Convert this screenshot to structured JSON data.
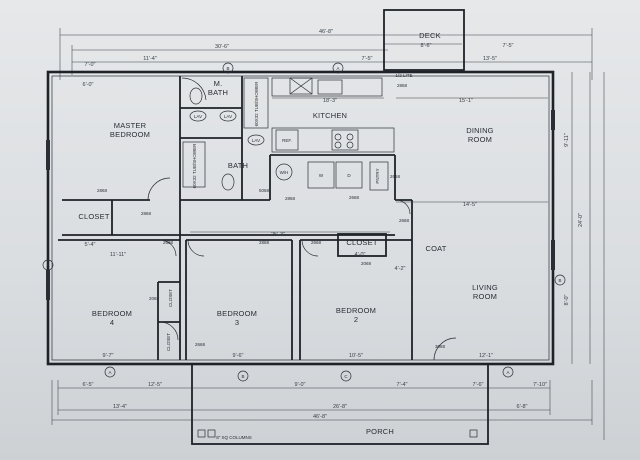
{
  "rooms": {
    "deck": "DECK",
    "master_bedroom": [
      "MASTER",
      "BEDROOM"
    ],
    "master_bath": [
      "M.",
      "BATH"
    ],
    "kitchen": "KITCHEN",
    "dining_room": [
      "DINING",
      "ROOM"
    ],
    "bath": "BATH",
    "closet_master": "CLOSET",
    "closet_hall": "CLOSET",
    "coat": "COAT",
    "living_room": [
      "LIVING",
      "ROOM"
    ],
    "bedroom4": [
      "BEDROOM",
      "4"
    ],
    "bedroom3": [
      "BEDROOM",
      "3"
    ],
    "bedroom2": [
      "BEDROOM",
      "2"
    ],
    "closet_b4a": "CLOSET",
    "closet_b4b": "CLOSET",
    "porch": "PORCH",
    "pantry": "PNTRY"
  },
  "fixtures": {
    "lav_1": "LAV",
    "lav_2": "LAV",
    "lav_3": "LAV",
    "tub_1": "60X32 TUB/SHOWER",
    "tub_2": "60X32 TUB/SHOWER",
    "ref": "REF.",
    "lite": "1/2 LITE",
    "wh": "W/H",
    "w": "W",
    "d": "D",
    "columns": "8\" SQ COLUMNS"
  },
  "dimensions": {
    "overall_top": "46'-8\"",
    "top_mid": "30'-6\"",
    "deck_left": "8'-6\"",
    "deck_right": "7'-5\"",
    "top_seg1": "11'-4\"",
    "top_seg2": "7'-5\"",
    "top_seg3": "13'-5\"",
    "top_left": "7'-0\"",
    "kitchen_w": "18'-3\"",
    "dining_w": "15'-1\"",
    "dining_b": "14'-5\"",
    "hall_w": "25'-3\"",
    "b4_w": "11'-11\"",
    "b4_bottom": "9'-7\"",
    "b3_bottom": "9'-6\"",
    "b2_bottom": "10'-5\"",
    "liv_bottom": "12'-1\"",
    "closet_d": "5'-4\"",
    "bot_seg1": "6'-5\"",
    "bot_seg2": "12'-5\"",
    "bot_seg3": "9'-0\"",
    "bot_seg4": "7'-4\"",
    "bot_seg5": "7'-6\"",
    "bot_seg6": "7'-10\"",
    "bot_left": "13'-4\"",
    "bot_mid": "26'-8\"",
    "bot_right": "6'-8\"",
    "overall_bottom": "46'-8\"",
    "right_total": "24'-0\"",
    "right_seg": "8'-0\"",
    "right_seg2": "9'-11\"",
    "closet_w": "4'-0\"",
    "closet_w2": "4'-2\"",
    "mb_side": "6'-0\""
  },
  "door_tags": {
    "t1": "2868",
    "t2": "2868",
    "t3": "2668",
    "t4": "2068",
    "t5": "2668",
    "t6": "2868",
    "t7": "2668",
    "t8": "5068",
    "t9": "2868",
    "t10": "2668",
    "t11": "2068",
    "t12": "2668",
    "t13": "3068",
    "t14": "2868",
    "t15": "2668"
  },
  "markers": [
    "A",
    "B",
    "A",
    "B",
    "C",
    "A",
    "A",
    "B"
  ]
}
